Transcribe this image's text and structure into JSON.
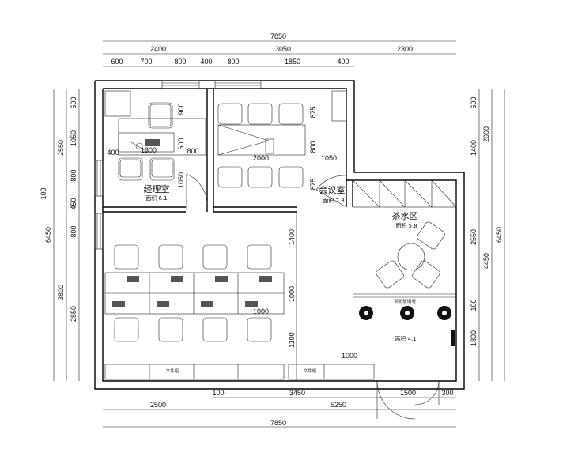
{
  "dims": {
    "top_total": "7850",
    "top_mid": [
      "2400",
      "3050",
      "2300"
    ],
    "top_fine": [
      "600",
      "700",
      "800",
      "400",
      "800",
      "1850",
      "400"
    ],
    "bottom_mid": [
      "2500",
      "5250"
    ],
    "bottom_total": "7850",
    "bottom_fine": [
      "100",
      "3450",
      "1500",
      "300"
    ],
    "left_total": "6450",
    "left_mid": [
      "2550",
      "100",
      "3800",
      "2850"
    ],
    "left_fine": [
      "600",
      "1050",
      "800",
      "450",
      "800"
    ],
    "right_total": "6450",
    "right_mid": [
      "2000",
      "4450"
    ],
    "right_fine": [
      "600",
      "1400",
      "2550",
      "100",
      "1800"
    ],
    "inner": [
      "900",
      "600",
      "800",
      "400",
      "1300",
      "1050",
      "875",
      "800",
      "2000",
      "875",
      "1050",
      "1400",
      "1000",
      "1100",
      "1000",
      "1000"
    ]
  },
  "rooms": {
    "manager": {
      "name": "经理室",
      "area": "面积 6.1"
    },
    "meeting": {
      "name": "会议室",
      "area": "面积 7.8"
    },
    "tea": {
      "name": "茶水区",
      "area": "面积 5.8"
    },
    "office": {
      "area": "面积 4.1"
    }
  },
  "labels": {
    "file_cabinet": "文件柜",
    "file_cabinet2": "文件柜",
    "partition": "钢化玻璃墙"
  }
}
